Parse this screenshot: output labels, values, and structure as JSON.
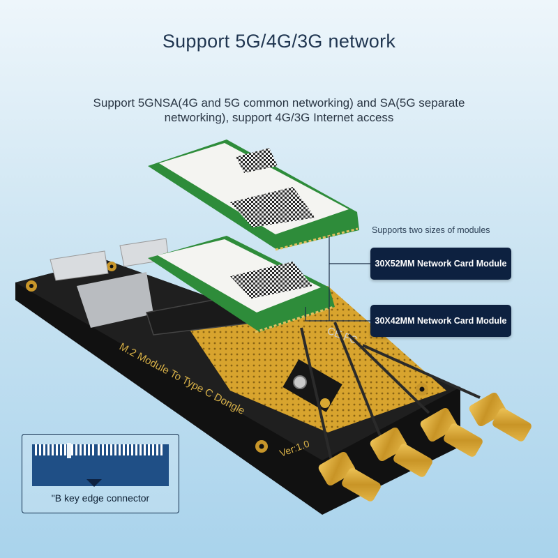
{
  "title": "Support 5G/4G/3G network",
  "subtitle": "Support 5GNSA(4G and 5G common networking) and SA(5G separate networking), support 4G/3G Internet access",
  "sizes_note": "Supports two sizes of modules",
  "callouts": {
    "large": "30X52MM Network Card Module",
    "small": "30X42MM Network Card Module"
  },
  "board_silkscreen": "M.2 Module To Type C Dongle",
  "board_version": "Ver:1.0",
  "board_marks": "CE FC",
  "key_caption": "\"B key edge connector",
  "colors": {
    "board": "#1c1c1c",
    "gold": "#d9a93a",
    "module_pcb": "#2e8c3a",
    "label": "#f4f4f1",
    "callout_bg": "#0d2140"
  }
}
